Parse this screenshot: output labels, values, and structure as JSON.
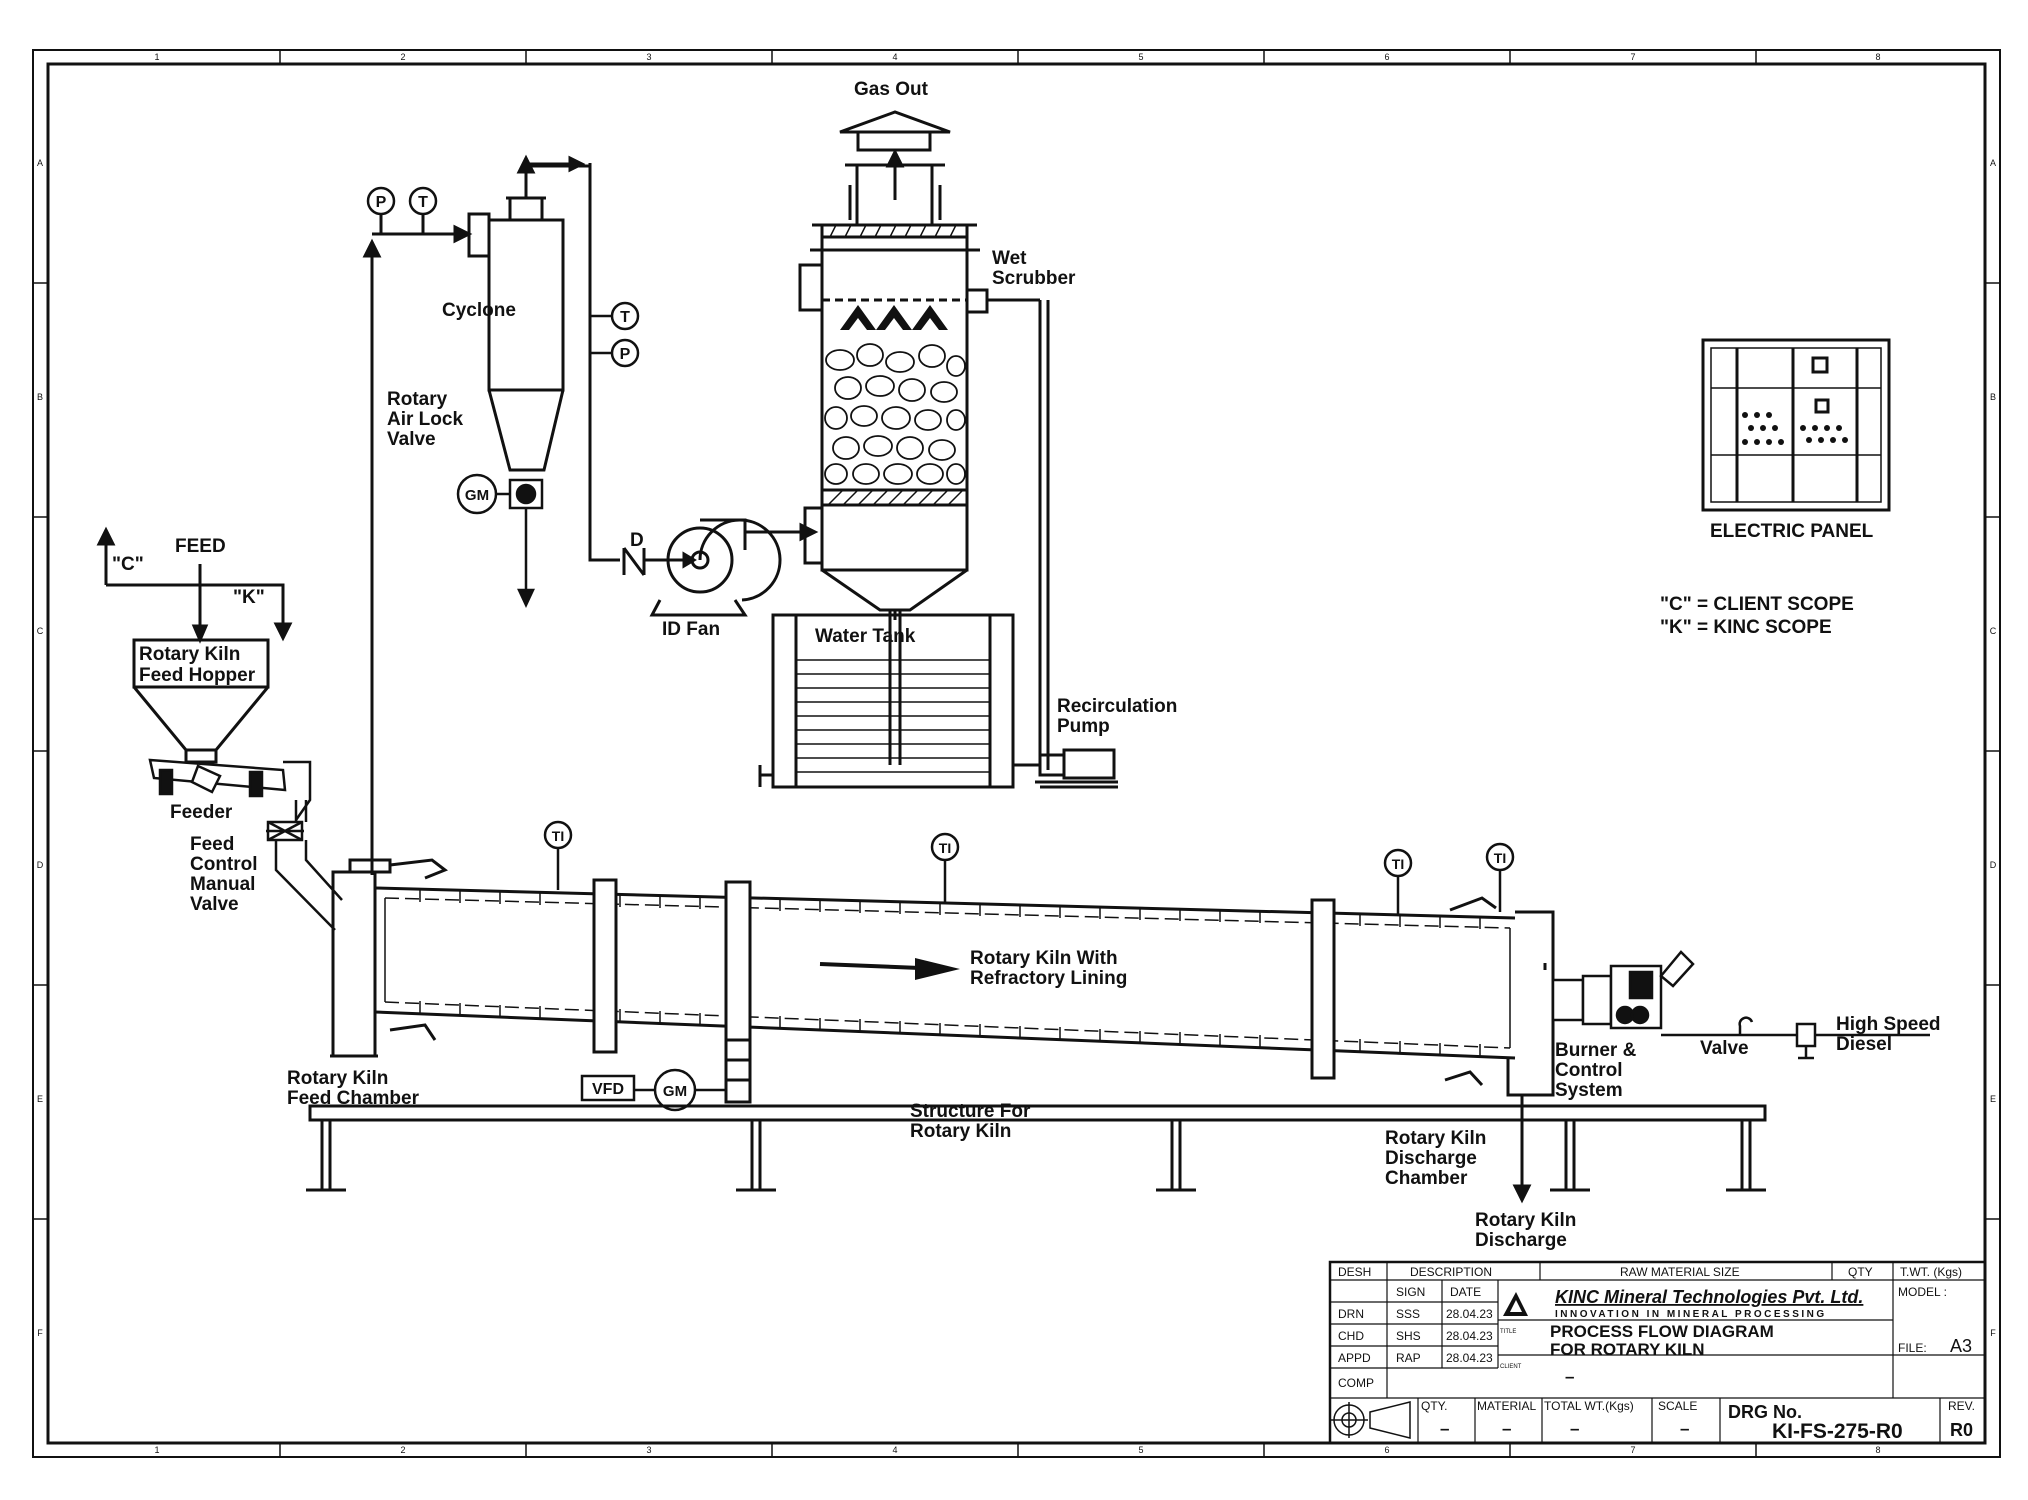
{
  "border": {
    "columns": [
      "1",
      "2",
      "3",
      "4",
      "5",
      "6",
      "7",
      "8"
    ],
    "rows": [
      "A",
      "B",
      "C",
      "D",
      "E",
      "F"
    ]
  },
  "labels": {
    "gas_out": "Gas Out",
    "wet_scrubber_1": "Wet",
    "wet_scrubber_2": "Scrubber",
    "cyclone": "Cyclone",
    "rotary_air_lock_1": "Rotary",
    "rotary_air_lock_2": "Air Lock",
    "rotary_air_lock_3": "Valve",
    "id_fan": "ID Fan",
    "water_tank": "Water Tank",
    "recirculation_pump_1": "Recirculation",
    "recirculation_pump_2": "Pump",
    "feed": "FEED",
    "client_tag": "\"C\"",
    "kinc_tag": "\"K\"",
    "feed_hopper_1": "Rotary Kiln",
    "feed_hopper_2": "Feed Hopper",
    "feeder": "Feeder",
    "feed_valve_1": "Feed",
    "feed_valve_2": "Control",
    "feed_valve_3": "Manual",
    "feed_valve_4": "Valve",
    "kiln_1": "Rotary Kiln With",
    "kiln_2": "Refractory Lining",
    "feed_chamber_1": "Rotary Kiln",
    "feed_chamber_2": "Feed Chamber",
    "vfd": "VFD",
    "gm": "GM",
    "structure_1": "Structure For",
    "structure_2": "Rotary Kiln",
    "discharge_chamber_1": "Rotary Kiln",
    "discharge_chamber_2": "Discharge",
    "discharge_chamber_3": "Chamber",
    "discharge_1": "Rotary Kiln",
    "discharge_2": "Discharge",
    "burner_1": "Burner &",
    "burner_2": "Control",
    "burner_3": "System",
    "valve": "Valve",
    "diesel_1": "High Speed",
    "diesel_2": "Diesel",
    "electric_panel": "ELECTRIC PANEL",
    "legend_c": "\"C\" = CLIENT SCOPE",
    "legend_k": "\"K\" = KINC SCOPE",
    "instr_p": "P",
    "instr_t": "T",
    "instr_ti": "TI",
    "damper": "D"
  },
  "title_block": {
    "desh": "DESH",
    "description": "DESCRIPTION",
    "raw_material_size": "RAW MATERIAL SIZE",
    "qty": "QTY",
    "twt": "T.WT. (Kgs)",
    "sign": "SIGN",
    "date": "DATE",
    "model": "MODEL :",
    "drn": "DRN",
    "drn_sign": "SSS",
    "drn_date": "28.04.23",
    "chd": "CHD",
    "chd_sign": "SHS",
    "chd_date": "28.04.23",
    "appd": "APPD",
    "appd_sign": "RAP",
    "appd_date": "28.04.23",
    "comp": "COMP",
    "company": "KINC Mineral Technologies Pvt. Ltd.",
    "tagline": "INNOVATION IN MINERAL PROCESSING",
    "title_tag": "TITLE",
    "title_1": "PROCESS FLOW DIAGRAM",
    "title_2": "FOR ROTARY KILN",
    "client_tag": "CLIENT",
    "client_value": "–",
    "file_label": "FILE:",
    "file_value": "A3",
    "qty2": "QTY.",
    "material": "MATERIAL",
    "total_wt": "TOTAL WT.(Kgs)",
    "scale": "SCALE",
    "dash": "–",
    "drg_no_label": "DRG  No.",
    "drg_no": "KI-FS-275-R0",
    "rev_label": "REV.",
    "rev": "R0"
  }
}
